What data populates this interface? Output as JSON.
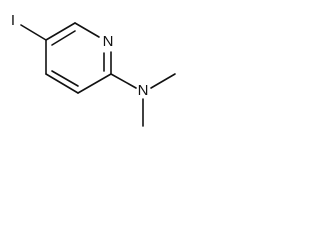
{
  "molecule": {
    "atoms": {
      "iodine": "I",
      "ring_nitrogen": "N",
      "amine_nitrogen": "N"
    }
  }
}
